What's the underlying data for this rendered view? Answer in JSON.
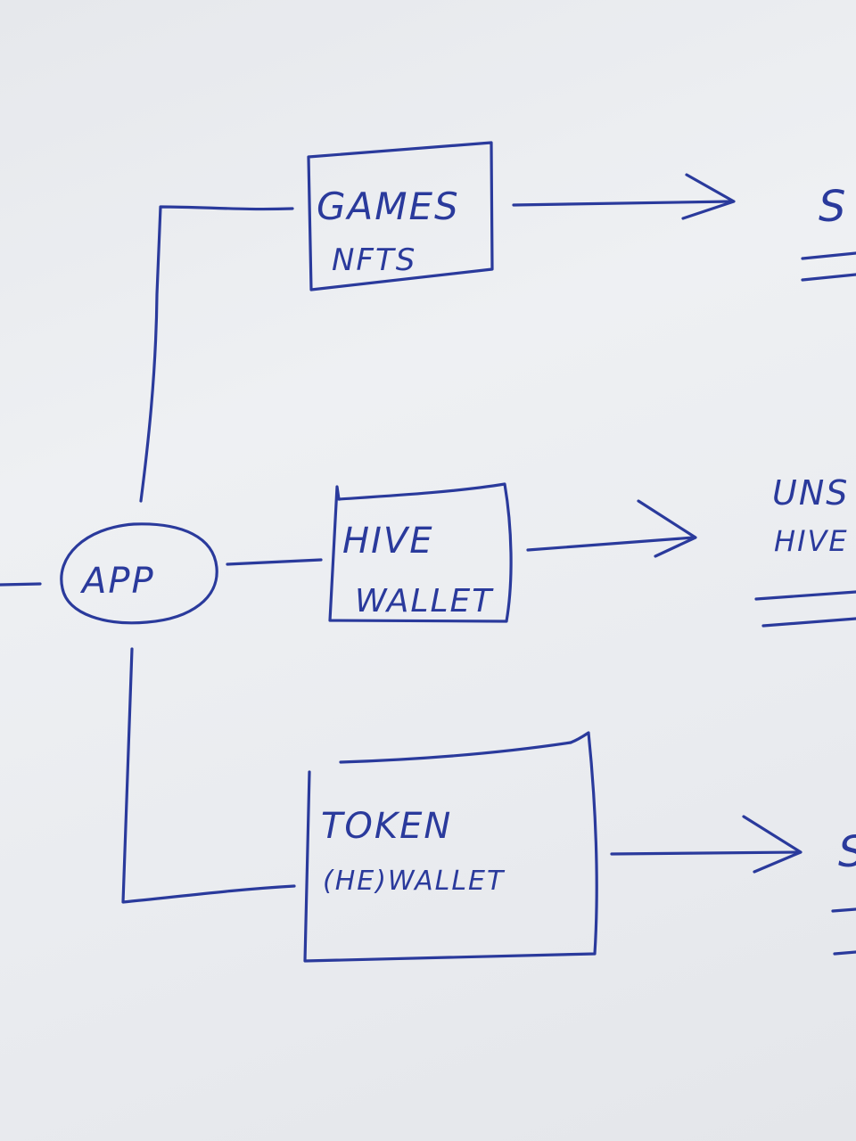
{
  "ink_color": "#2a3a9c",
  "paper_color": "#eceef1",
  "nodes": {
    "app": {
      "label": "APP"
    },
    "games_nfts": {
      "line1": "GAMES",
      "line2": "NFTS"
    },
    "hive_wallet": {
      "line1": "HIVE",
      "line2": "WALLET"
    },
    "token_wallet": {
      "line1": "TOKEN",
      "line2": "(HE)WALLET"
    }
  },
  "right_edge_fragments": {
    "top": "S",
    "middle_line1": "UNS",
    "middle_line2": "HIVE",
    "bottom": "S"
  }
}
